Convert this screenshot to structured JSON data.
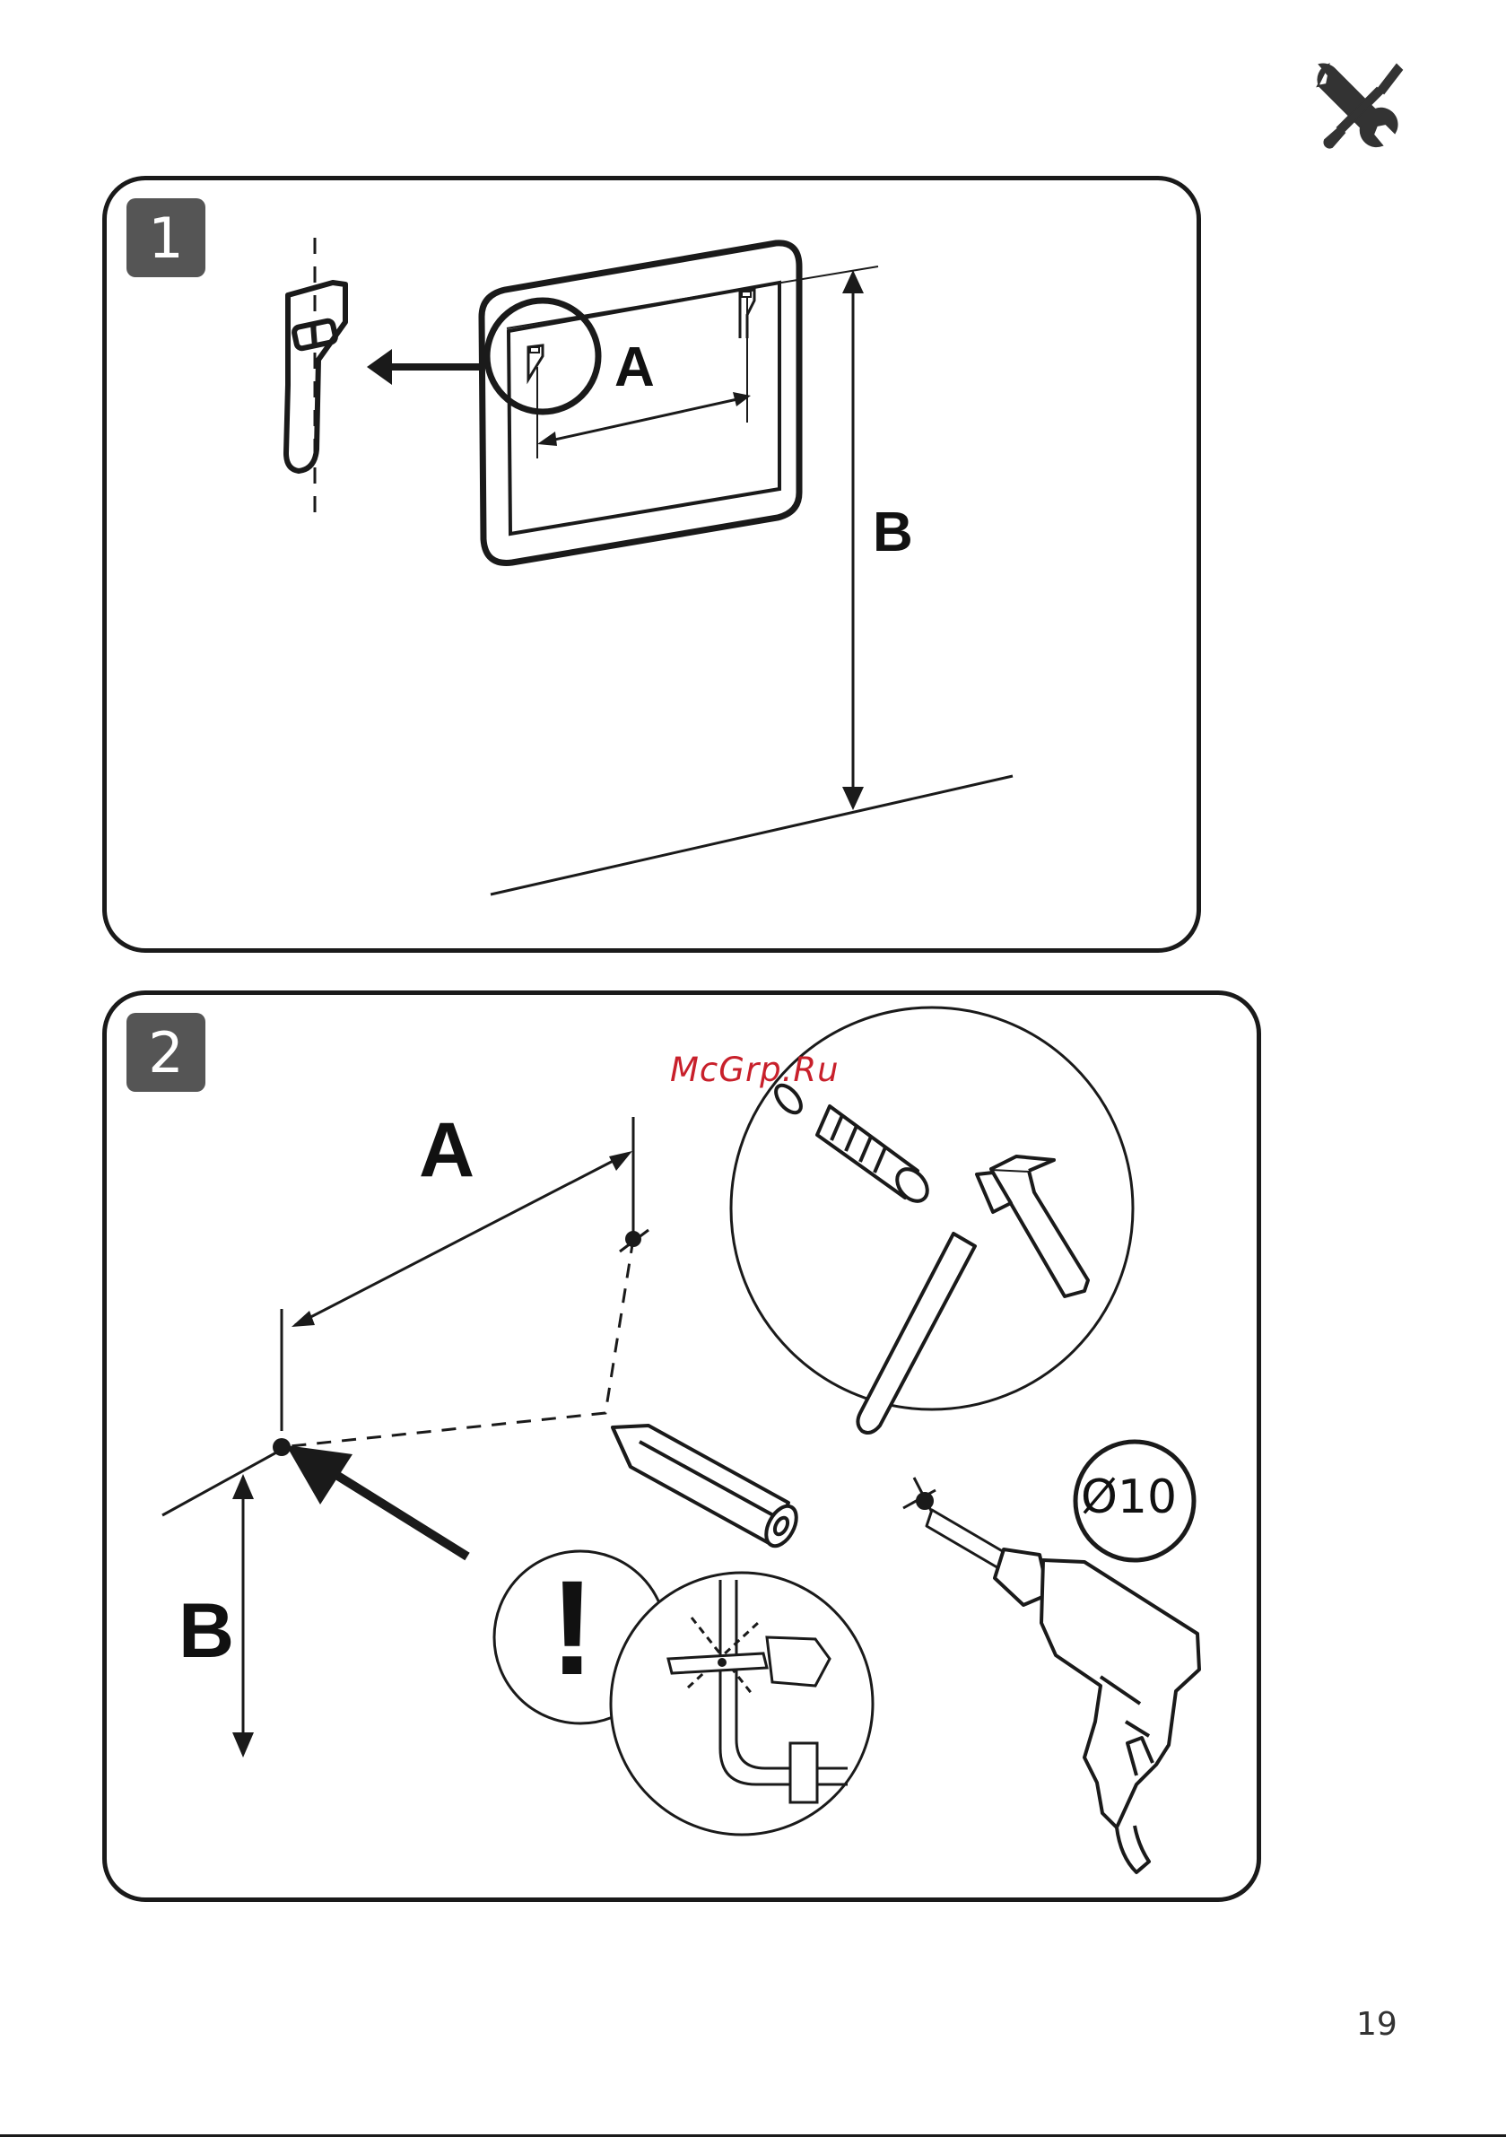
{
  "header": {
    "icon": "tools-icon"
  },
  "steps": [
    {
      "number": "1",
      "labels": {
        "distance_a": "A",
        "height_b": "B"
      },
      "icons": [
        "wall-bracket-icon",
        "mirror-frame-icon",
        "arrow-left-icon"
      ]
    },
    {
      "number": "2",
      "labels": {
        "distance_a": "A",
        "height_b": "B",
        "warning": "!",
        "drill_diameter": "Ø10"
      },
      "icons": [
        "pencil-icon",
        "wall-plug-icon",
        "hammer-icon",
        "drill-icon",
        "warning-pipes-icon"
      ]
    }
  ],
  "watermark": "McGrp.Ru",
  "footer": {
    "page_number": "19"
  },
  "colors": {
    "ink": "#1a1a1a",
    "badge": "#555555",
    "watermark": "#c8202b"
  }
}
